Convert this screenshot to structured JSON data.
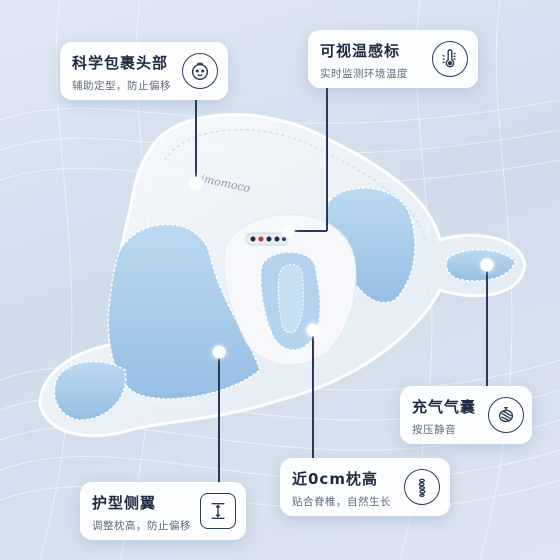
{
  "product": {
    "brand_logo": "imomoco"
  },
  "features": {
    "head_wrap": {
      "title": "科学包裹头部",
      "subtitle": "辅助定型，防止偏移",
      "icon": "baby-face-icon"
    },
    "temperature": {
      "title": "可视温感标",
      "subtitle": "实时监测环境温度",
      "icon": "thermometer-icon"
    },
    "air_bag": {
      "title": "充气气囊",
      "subtitle": "按压静音",
      "icon": "air-pump-icon"
    },
    "zero_height": {
      "title": "近0cm枕高",
      "subtitle": "贴合脊椎，自然生长",
      "icon": "spine-icon"
    },
    "side_wings": {
      "title": "护型侧翼",
      "subtitle": "调整枕高，防止偏移",
      "icon": "height-adjust-icon"
    }
  },
  "colors": {
    "background": "#d6e2ee",
    "pillow_blue": "#a9cdeb",
    "pillow_white": "#f6f8fb",
    "accent_dark": "#2a3a58"
  }
}
